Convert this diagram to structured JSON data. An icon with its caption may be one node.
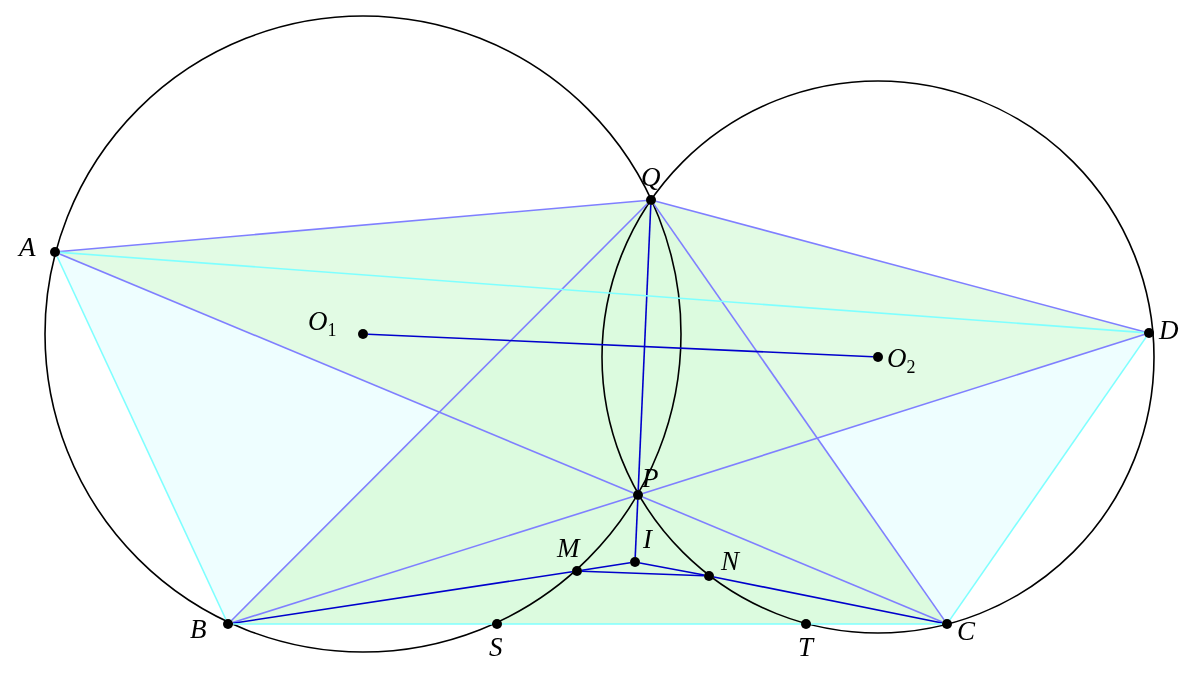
{
  "diagram": {
    "nodes": [
      {
        "text": [
          "Q"
        ]
      },
      {
        "text": [
          "A"
        ]
      },
      {
        "text": [
          "D"
        ]
      },
      {
        "text": [
          "O$_{1}$"
        ]
      },
      {
        "text": [
          "O$_{2}$"
        ]
      },
      {
        "text": [
          "P"
        ]
      },
      {
        "text": [
          "I"
        ]
      },
      {
        "text": [
          "M"
        ]
      },
      {
        "text": [
          "N"
        ]
      },
      {
        "text": [
          "B"
        ]
      },
      {
        "text": [
          "S"
        ]
      },
      {
        "text": [
          "T"
        ]
      },
      {
        "text": [
          "C"
        ]
      }
    ],
    "edges": [
      {
        "from": 1,
        "to": 0,
        "arrow": "none"
      },
      {
        "from": 0,
        "to": 2,
        "arrow": "none"
      },
      {
        "from": 1,
        "to": 5,
        "arrow": "none"
      },
      {
        "from": 5,
        "to": 12,
        "arrow": "none"
      },
      {
        "from": 0,
        "to": 9,
        "arrow": "none"
      },
      {
        "from": 0,
        "to": 12,
        "arrow": "none"
      },
      {
        "from": 9,
        "to": 5,
        "arrow": "none"
      },
      {
        "from": 5,
        "to": 2,
        "arrow": "none"
      },
      {
        "from": 0,
        "to": 5,
        "arrow": "none",
        "color": "#0000cc"
      },
      {
        "from": 5,
        "to": 6,
        "arrow": "none",
        "color": "#0000cc"
      },
      {
        "from": 3,
        "to": 4,
        "arrow": "none",
        "color": "#0000cc"
      },
      {
        "from": 9,
        "to": 7,
        "arrow": "none",
        "color": "#0000cc"
      },
      {
        "from": 7,
        "to": 6,
        "arrow": "none",
        "color": "#0000cc"
      },
      {
        "from": 6,
        "to": 8,
        "arrow": "none",
        "color": "#0000cc"
      },
      {
        "from": 7,
        "to": 8,
        "arrow": "none",
        "color": "#0000cc"
      },
      {
        "from": 8,
        "to": 12,
        "arrow": "none",
        "color": "#0000cc"
      },
      {
        "from": 1,
        "to": 2,
        "arrow": "none",
        "color": "#7fffff"
      },
      {
        "from": 1,
        "to": 9,
        "arrow": "none",
        "color": "#7fffff"
      },
      {
        "from": 9,
        "to": 10,
        "arrow": "none",
        "color": "#7fffff"
      },
      {
        "from": 10,
        "to": 11,
        "arrow": "none",
        "color": "#7fffff"
      },
      {
        "from": 11,
        "to": 12,
        "arrow": "none",
        "color": "#7fffff"
      },
      {
        "from": 12,
        "to": 2,
        "arrow": "none",
        "color": "#7fffff"
      }
    ]
  }
}
